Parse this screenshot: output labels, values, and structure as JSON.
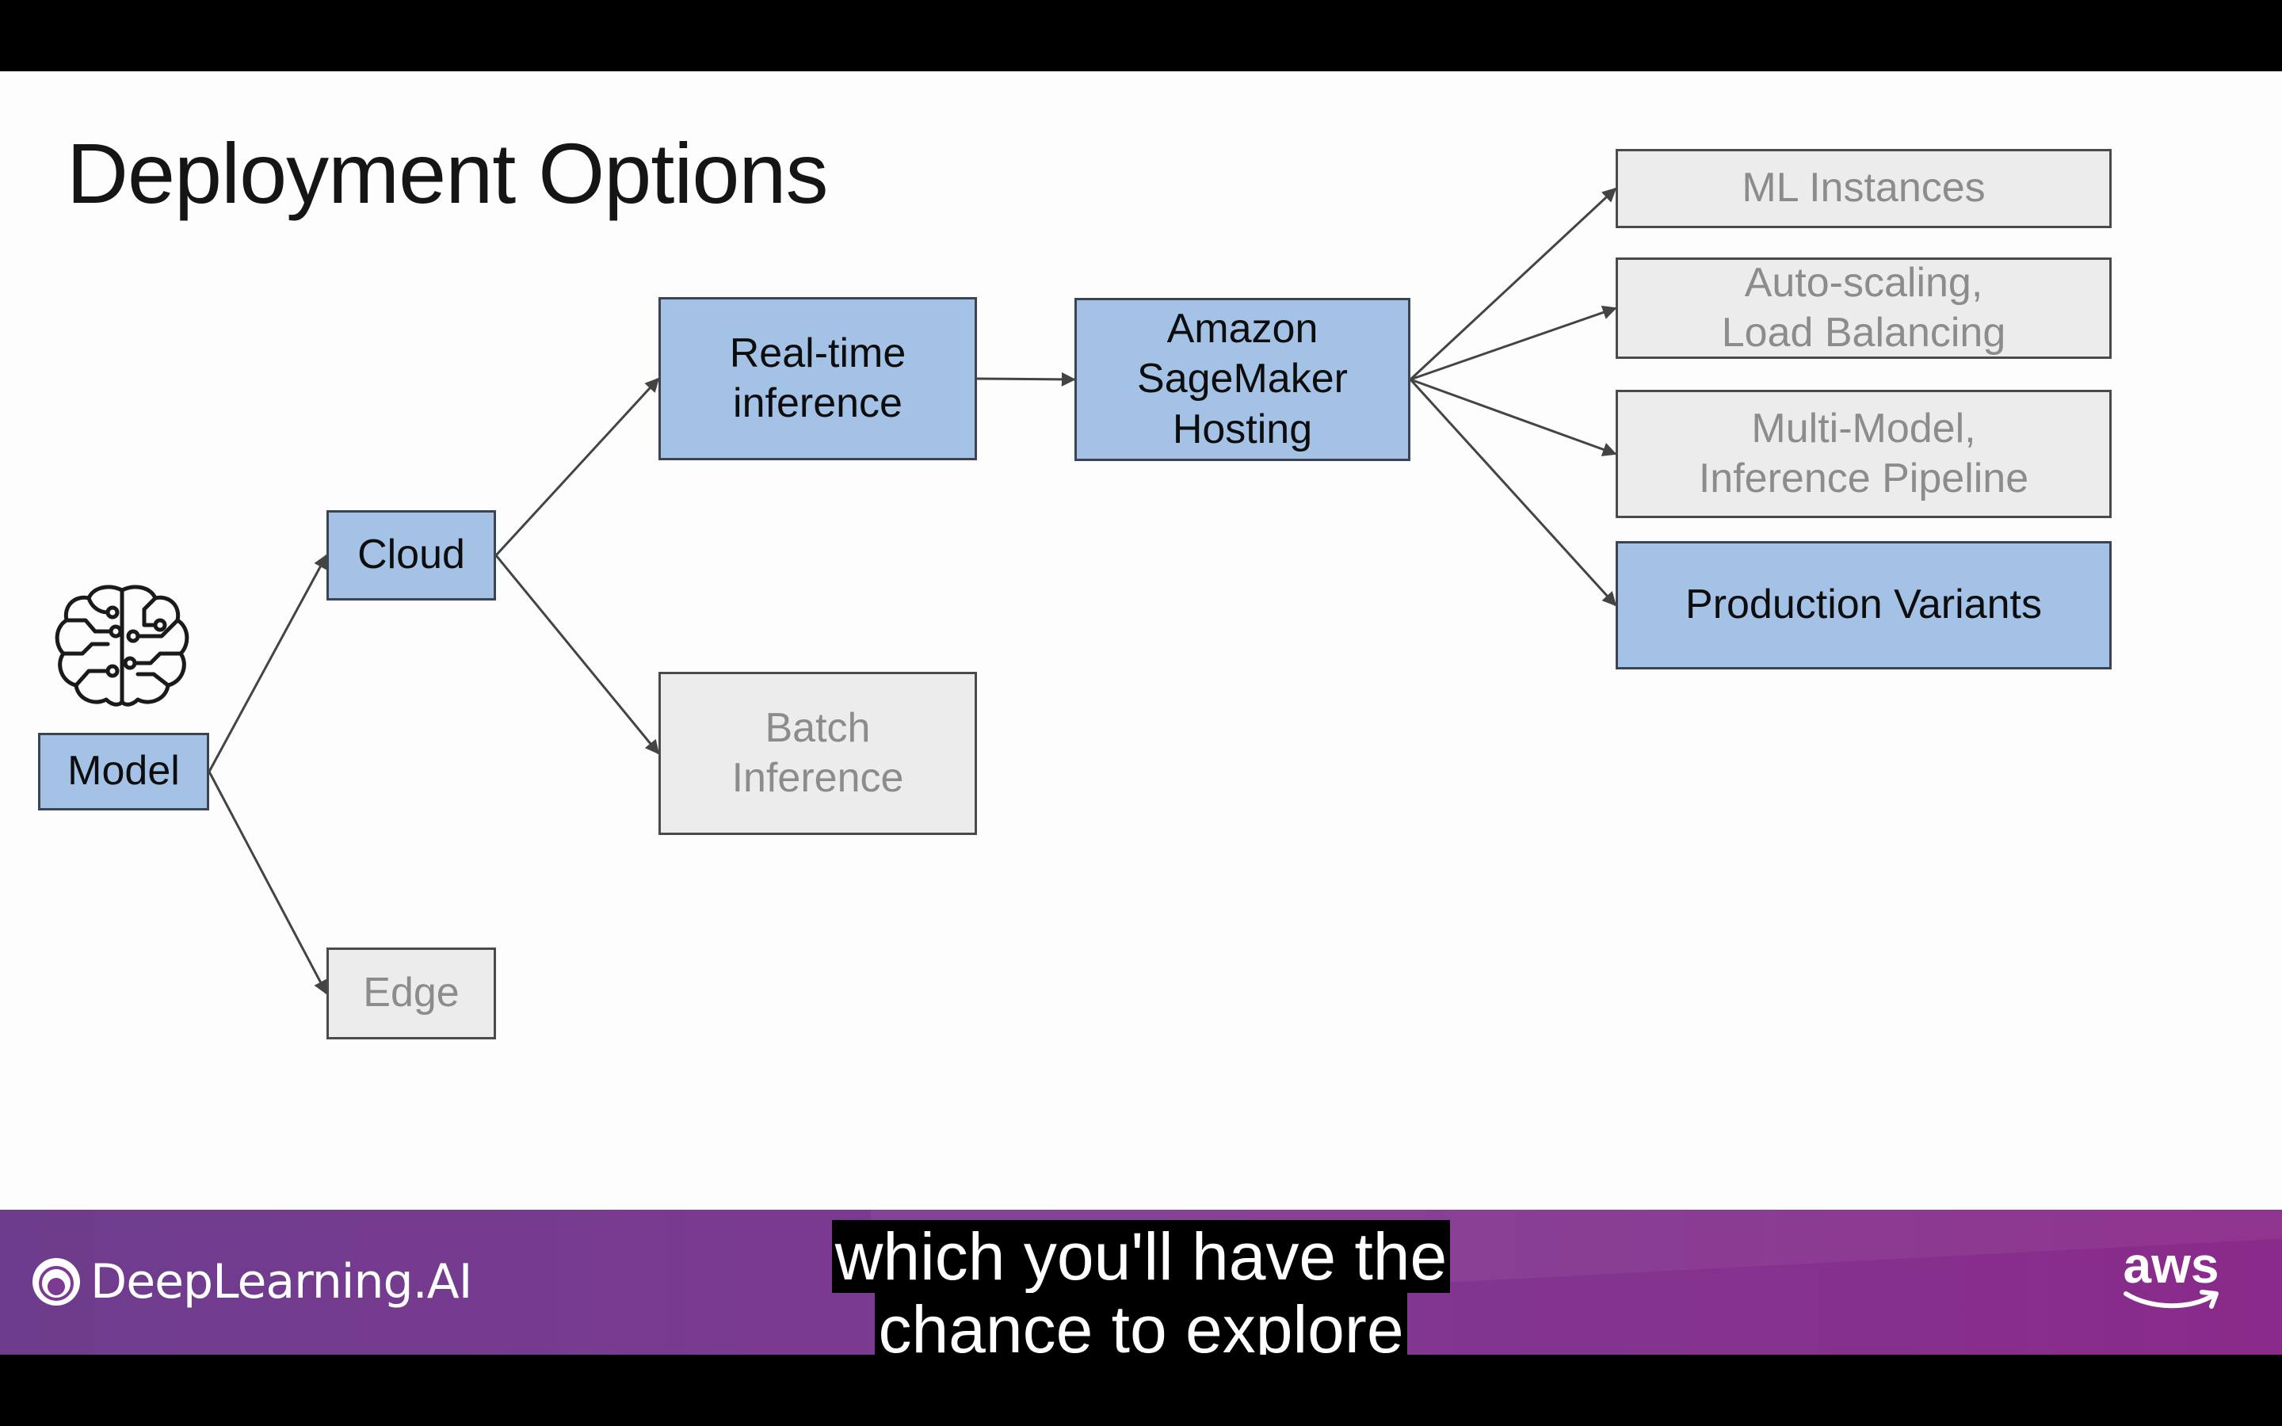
{
  "slide": {
    "title": "Deployment Options"
  },
  "diagram": {
    "nodes": {
      "model": "Model",
      "cloud": "Cloud",
      "edge": "Edge",
      "realtime": "Real-time\ninference",
      "batch": "Batch\nInference",
      "sagemaker": "Amazon\nSageMaker\nHosting",
      "ml_instances": "ML Instances",
      "autoscaling": "Auto-scaling,\nLoad Balancing",
      "multimodel": "Multi-Model,\nInference Pipeline",
      "production": "Production Variants"
    },
    "highlighted": [
      "model",
      "cloud",
      "realtime",
      "sagemaker",
      "production"
    ],
    "edges": [
      [
        "model",
        "cloud"
      ],
      [
        "model",
        "edge"
      ],
      [
        "cloud",
        "realtime"
      ],
      [
        "cloud",
        "batch"
      ],
      [
        "realtime",
        "sagemaker"
      ],
      [
        "sagemaker",
        "ml_instances"
      ],
      [
        "sagemaker",
        "autoscaling"
      ],
      [
        "sagemaker",
        "multimodel"
      ],
      [
        "sagemaker",
        "production"
      ]
    ],
    "colors": {
      "highlight_fill": "#a4c2e6",
      "inactive_fill": "#ececec",
      "inactive_text": "#8c8c8c",
      "arrow": "#444444"
    }
  },
  "footer": {
    "brand": "DeepLearning.AI",
    "aws_logo": "aws",
    "gradient_colors": [
      "#6e3c8c",
      "#8a2a8a"
    ]
  },
  "caption": {
    "line1": "which you'll have the",
    "line2": "chance to explore"
  }
}
